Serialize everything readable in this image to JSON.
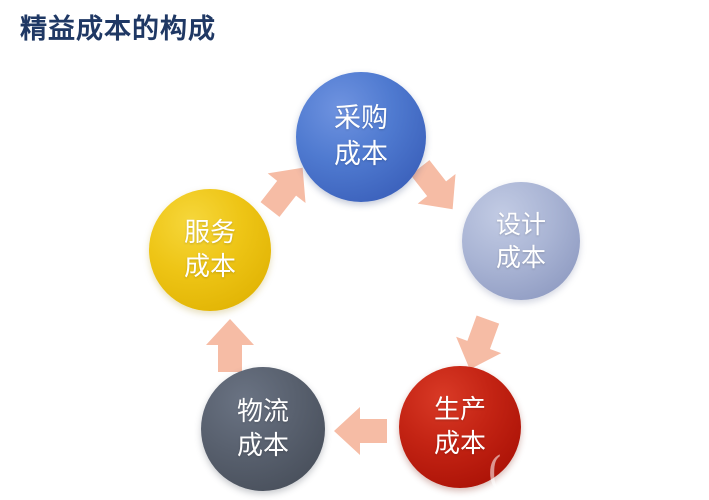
{
  "slide": {
    "title": "精益成本的构成",
    "title_color": "#1F3864",
    "background_color": "#FFFFFF",
    "watermark": "("
  },
  "diagram": {
    "type": "cycle",
    "direction": "clockwise",
    "node_count": 5,
    "arrow_color": "#F6BCA5",
    "nodes": [
      {
        "id": "procurement",
        "line1": "采购",
        "line2": "成本",
        "color": "#4F7AD0",
        "text_color": "#FFFFFF",
        "position": "top"
      },
      {
        "id": "design",
        "line1": "设计",
        "line2": "成本",
        "color": "#A9B4D4",
        "text_color": "#FFFFFF",
        "position": "right"
      },
      {
        "id": "production",
        "line1": "生产",
        "line2": "成本",
        "color": "#C42414",
        "text_color": "#FFFFFF",
        "position": "bottom-right"
      },
      {
        "id": "logistics",
        "line1": "物流",
        "line2": "成本",
        "color": "#59616F",
        "text_color": "#FFFFFF",
        "position": "bottom-left"
      },
      {
        "id": "service",
        "line1": "服务",
        "line2": "成本",
        "color": "#EEC516",
        "text_color": "#FFFFFF",
        "position": "left"
      }
    ],
    "arrows": [
      {
        "id": "service-to-procurement",
        "from": "service",
        "to": "procurement",
        "label": ""
      },
      {
        "id": "procurement-to-design",
        "from": "procurement",
        "to": "design",
        "label": ""
      },
      {
        "id": "design-to-production",
        "from": "design",
        "to": "production",
        "label": ""
      },
      {
        "id": "production-to-logistics",
        "from": "production",
        "to": "logistics",
        "label": ""
      },
      {
        "id": "logistics-to-service",
        "from": "logistics",
        "to": "service",
        "label": ""
      }
    ]
  }
}
